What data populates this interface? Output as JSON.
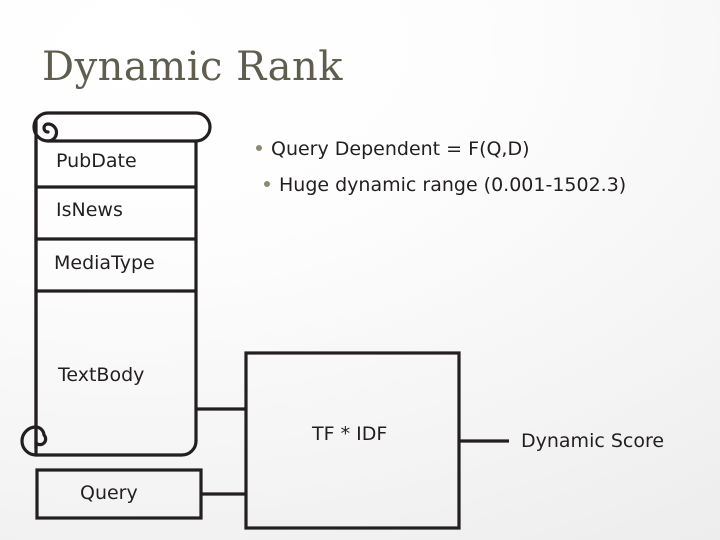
{
  "slide": {
    "title": "Dynamic Rank",
    "background_color": "#f2f2f2",
    "title_color": "#5f5d4e",
    "line_color": "#231f20",
    "bullet_color": "#8b8a6f"
  },
  "bullets": [
    {
      "text": "Query Dependent = F(Q,D)"
    },
    {
      "text": "Huge dynamic range (0.001-1502.3)"
    }
  ],
  "diagram": {
    "document_scroll": {
      "name": "document-fields-scroll",
      "rows": [
        {
          "label": "PubDate"
        },
        {
          "label": "IsNews"
        },
        {
          "label": "MediaType"
        },
        {
          "label": "TextBody"
        }
      ]
    },
    "query_box": {
      "label": "Query"
    },
    "operation_box": {
      "label": "TF * IDF"
    },
    "output_label": {
      "label": "Dynamic Score"
    }
  }
}
